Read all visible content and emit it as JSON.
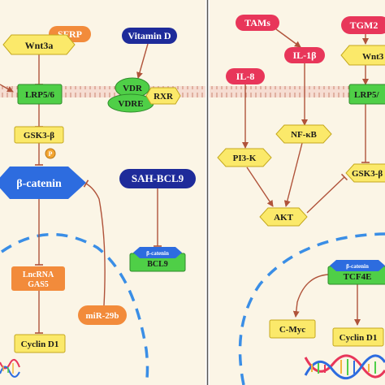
{
  "colors": {
    "panel_bg": "#fbf5e6",
    "membrane_fill": "#f1c8b8",
    "membrane_line": "#c9836f",
    "yellow": "#fbe96a",
    "yellow_stroke": "#c4a81e",
    "green": "#4fcf47",
    "green_stroke": "#2f8a2b",
    "blue": "#2d6cdf",
    "navy": "#1e2b9a",
    "orange": "#f28b3b",
    "pink": "#e8365a",
    "nucleus_dash": "#3a8ee6",
    "arrow": "#b0533a",
    "divider": "#555555"
  },
  "left_panel": {
    "sfrp": "SFRP",
    "wnt3a": "Wnt3a",
    "vitamin_d": "Vitamin D",
    "lrp56": "LRP5/6",
    "vdr": "VDR",
    "vdre": "VDRE",
    "rxr": "RXR",
    "gsk3b": "GSK3-β",
    "phospho": "P",
    "beta_catenin": "β-catenin",
    "sah_bcl9": "SAH-BCL9",
    "bcl9_cap": "β-catenin",
    "bcl9": "BCL9",
    "lncrna_line1": "LncRNA",
    "lncrna_line2": "GAS5",
    "mir29b": "miR-29b",
    "cyclin_d1": "Cyclin D1"
  },
  "right_panel": {
    "tams": "TAMs",
    "tgm2": "TGM2",
    "il1b": "IL-1β",
    "wnt3a": "Wnt3",
    "il8": "IL-8",
    "lrp": "LRP5/",
    "nfkb": "NF-κB",
    "pi3k": "PI3-K",
    "gsk3b": "GSK3-β",
    "akt": "AKT",
    "tcf_cap": "β-catenin",
    "tcf4e": "TCF4E",
    "cmyc": "C-Myc",
    "cyclin_d1": "Cyclin D1"
  }
}
